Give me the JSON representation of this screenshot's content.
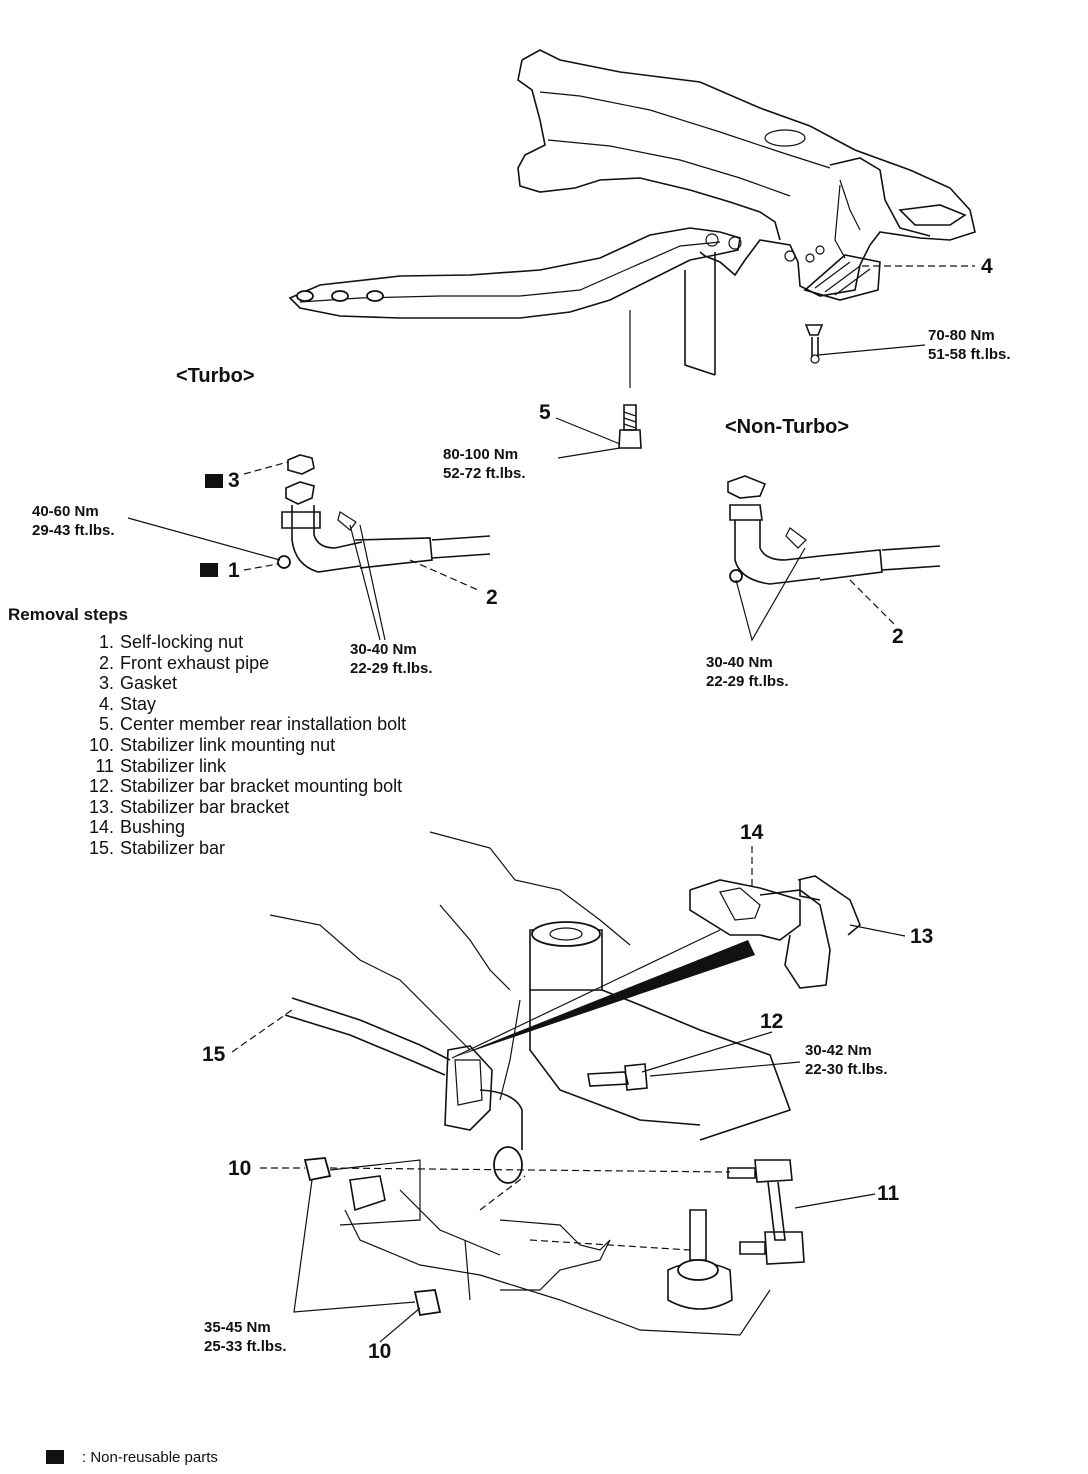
{
  "labels": {
    "turbo": "<Turbo>",
    "non_turbo": "<Non-Turbo>"
  },
  "callouts": {
    "c1": "1",
    "c2a": "2",
    "c2b": "2",
    "c3": "3",
    "c4": "4",
    "c5": "5",
    "c10a": "10",
    "c10b": "10",
    "c11": "11",
    "c12": "12",
    "c13": "13",
    "c14": "14",
    "c15": "15"
  },
  "torque": {
    "stay_bolt": [
      "70-80 Nm",
      "51-58 ft.lbs."
    ],
    "center_bolt": [
      "80-100 Nm",
      "52-72 ft.lbs."
    ],
    "turbo_nut": [
      "40-60 Nm",
      "29-43 ft.lbs."
    ],
    "turbo_pipe": [
      "30-40 Nm",
      "22-29 ft.lbs."
    ],
    "nonturbo_pipe": [
      "30-40 Nm",
      "22-29 ft.lbs."
    ],
    "bracket_bolt": [
      "30-42 Nm",
      "22-30 ft.lbs."
    ],
    "link_nut": [
      "35-45 Nm",
      "25-33 ft.lbs."
    ]
  },
  "removal": {
    "title": "Removal steps",
    "steps": [
      {
        "num": "1.",
        "text": "Self-locking nut"
      },
      {
        "num": "2.",
        "text": "Front exhaust pipe"
      },
      {
        "num": "3.",
        "text": "Gasket"
      },
      {
        "num": "4.",
        "text": "Stay"
      },
      {
        "num": "5.",
        "text": "Center member rear installation bolt"
      },
      {
        "num": "10.",
        "text": "Stabilizer link mounting nut"
      },
      {
        "num": "11",
        "text": "Stabilizer link"
      },
      {
        "num": "12.",
        "text": "Stabilizer bar bracket mounting bolt"
      },
      {
        "num": "13.",
        "text": "Stabilizer bar bracket"
      },
      {
        "num": "14.",
        "text": "Bushing"
      },
      {
        "num": "15.",
        "text": "Stabilizer bar"
      }
    ]
  },
  "legend": {
    "text": ": Non-reusable parts"
  }
}
